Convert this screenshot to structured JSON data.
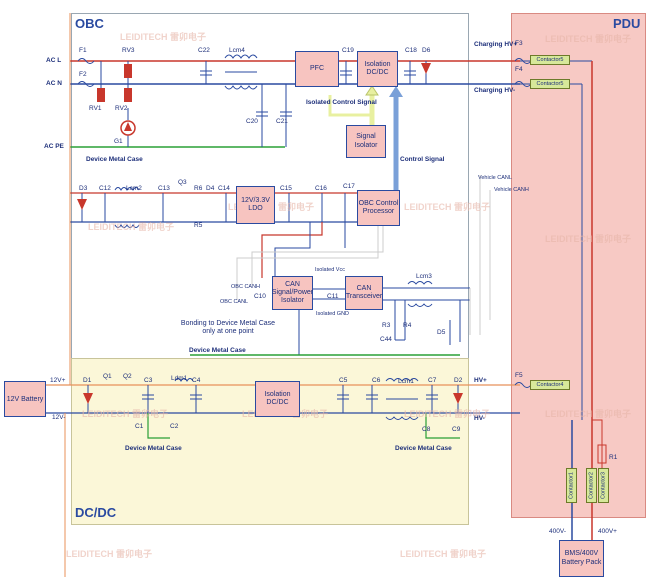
{
  "regions": {
    "obc": "OBC",
    "pdu": "PDU",
    "dcdc": "DC/DC"
  },
  "boxes": {
    "pfc": "PFC",
    "isolation_top": "Isolation DC/DC",
    "signal_isolator": "Signal Isolator",
    "ldo": "12V/3.3V LDO",
    "obc_cp": "OBC Control Processor",
    "can_iso": "CAN Signal/Power Isolator",
    "can_trx": "CAN Transceiver",
    "isolation_bottom": "Isolation DC/DC",
    "battery12": "12V Battery",
    "battery_pack": "BMS/400V Battery Pack"
  },
  "labels": {
    "ac_l": "AC L",
    "ac_n": "AC N",
    "ac_pe": "AC PE",
    "f1": "F1",
    "f2": "F2",
    "f3": "F3",
    "f4": "F4",
    "f5": "F5",
    "rv1": "RV1",
    "rv2": "RV2",
    "rv3": "RV3",
    "g1": "G1",
    "c22": "C22",
    "lcm4": "Lcm4",
    "c19": "C19",
    "c18": "C18",
    "d6": "D6",
    "c20": "C20",
    "c21": "C21",
    "charging_hvp": "Charging HV+",
    "charging_hvm": "Charging HV-",
    "contactor5_top": "Contactor5",
    "contactor5_mid": "Contactor5",
    "contactor4": "Contactor4",
    "contactor1": "Contactor1",
    "contactor2": "Contactor2",
    "contactor3": "Contactor3",
    "device_metal_case": "Device Metal Case",
    "isolated_control_signal": "Isolated Control Signal",
    "control_signal": "Control Signal",
    "d3": "D3",
    "c12": "C12",
    "lcm2": "Lcm2",
    "c13": "C13",
    "q3": "Q3",
    "r6": "R6",
    "d4": "D4",
    "r5": "R5",
    "c14": "C14",
    "c15": "C15",
    "c16": "C16",
    "c17": "C17",
    "vehicle_canl": "Vehicle CANL",
    "vehicle_canh": "Vehicle CANH",
    "isolated_vcc": "Isolated Vcc",
    "isolated_gnd": "Isolated GND",
    "obc_canh": "OBC CANH",
    "obc_canl": "OBC CANL",
    "c10": "C10",
    "c11": "C11",
    "lcm3": "Lcm3",
    "r3": "R3",
    "r4": "R4",
    "c44": "C44",
    "d5": "D5",
    "bonding": "Bonding to Device Metal Case only at one point",
    "device_metal_case_2": "Device Metal Case",
    "v12p": "12V+",
    "v12m": "12V-",
    "d1": "D1",
    "q1": "Q1",
    "q2": "Q2",
    "c3": "C3",
    "ldm1": "Ldm1",
    "c4": "C4",
    "c1": "C1",
    "c2": "C2",
    "c5": "C5",
    "c6": "C6",
    "lcm1": "Lcm1",
    "c7": "C7",
    "d2": "D2",
    "c8": "C8",
    "c9": "C9",
    "hvp": "HV+",
    "hvm": "HV-",
    "device_metal_case_3": "Device Metal Case",
    "device_metal_case_4": "Device Metal Case",
    "r1": "R1",
    "v400m": "400V-",
    "v400p": "400V+"
  },
  "watermark": "LEIDITECH 雷卯电子",
  "colors": {
    "hv_red": "#c8372c",
    "blue": "#2a4aa0",
    "ground_green": "#2aa036",
    "orange": "#e8915a"
  }
}
